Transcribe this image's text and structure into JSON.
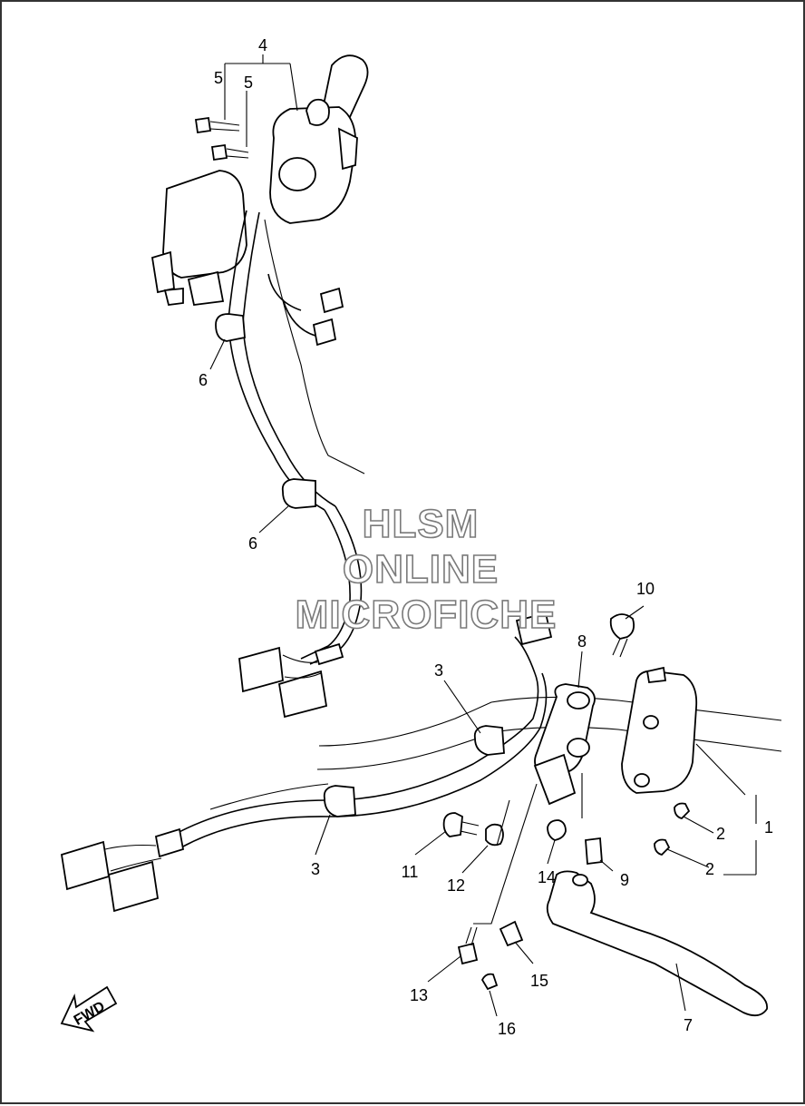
{
  "watermark": {
    "line1": "HLSM",
    "line2": "ONLINE",
    "line3": "MICROFICHE"
  },
  "direction_marker": "FWD",
  "callouts": {
    "c1": "1",
    "c2a": "2",
    "c2b": "2",
    "c3a": "3",
    "c3b": "3",
    "c4": "4",
    "c5a": "5",
    "c5b": "5",
    "c6a": "6",
    "c6b": "6",
    "c7": "7",
    "c8": "8",
    "c9": "9",
    "c10": "10",
    "c11": "11",
    "c12": "12",
    "c13": "13",
    "c14": "14",
    "c15": "15",
    "c16": "16"
  }
}
